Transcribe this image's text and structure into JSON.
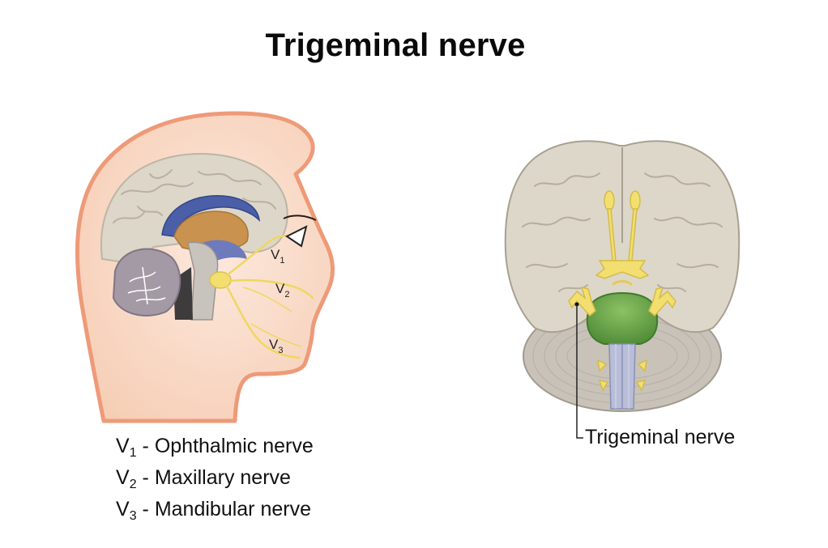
{
  "title": "Trigeminal nerve",
  "head_labels": [
    {
      "letter": "V",
      "sub": "1"
    },
    {
      "letter": "V",
      "sub": "2"
    },
    {
      "letter": "V",
      "sub": "3"
    }
  ],
  "legend": [
    {
      "letter": "V",
      "sub": "1",
      "text": "- Ophthalmic nerve"
    },
    {
      "letter": "V",
      "sub": "2",
      "text": "- Maxillary nerve"
    },
    {
      "letter": "V",
      "sub": "3",
      "text": "- Mandibular nerve"
    }
  ],
  "brain_label": "Trigeminal nerve",
  "colors": {
    "skin": "#f8d9c6",
    "skin_outline": "#ee9a78",
    "brain": "#dcd6c8",
    "nerve": "#f3df6f",
    "pons": "#6fa84c",
    "cerebellum": "#a49aa6",
    "ventricle": "#4b5fa8"
  }
}
